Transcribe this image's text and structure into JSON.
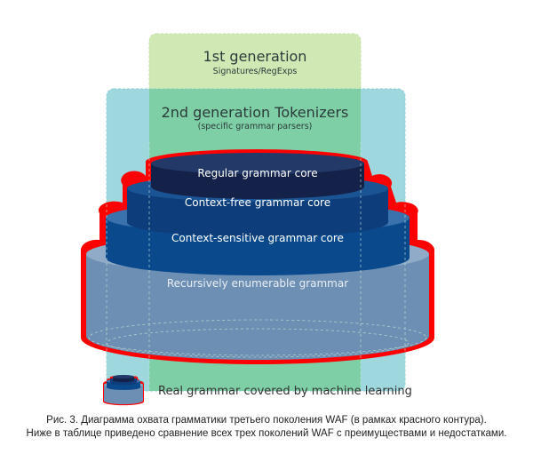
{
  "diagram": {
    "generations": [
      {
        "title": "1st generation",
        "subtitle": "Signatures/RegExps",
        "color": "#cfe8b4"
      },
      {
        "title": "2nd generation Tokenizers",
        "subtitle": "(specific grammar parsers)",
        "color": "#9ed8de"
      }
    ],
    "overlap_color": "#7fcfa6",
    "tiers": [
      {
        "label": "Regular grammar core",
        "side": "#14224a",
        "top": "#233a68"
      },
      {
        "label": "Context-free grammar core",
        "side": "#0d3d7a",
        "top": "#1a5494"
      },
      {
        "label": "Context-sensitive grammar core",
        "side": "#0a4a8c",
        "top": "#3a72ad"
      },
      {
        "label": "Recursively enumerable grammar",
        "side": "#6d8fb3",
        "top": "#8fabc8"
      }
    ],
    "outline_color": "#ff0000"
  },
  "legend": {
    "label": "Real grammar covered by machine learning"
  },
  "caption": {
    "line1": "Рис. 3. Диаграмма охвата грамматики третьего поколения WAF (в рамках красного контура).",
    "line2": "Ниже в таблице приведено сравнение всех трех поколений WAF с преимуществами и недостатками."
  }
}
